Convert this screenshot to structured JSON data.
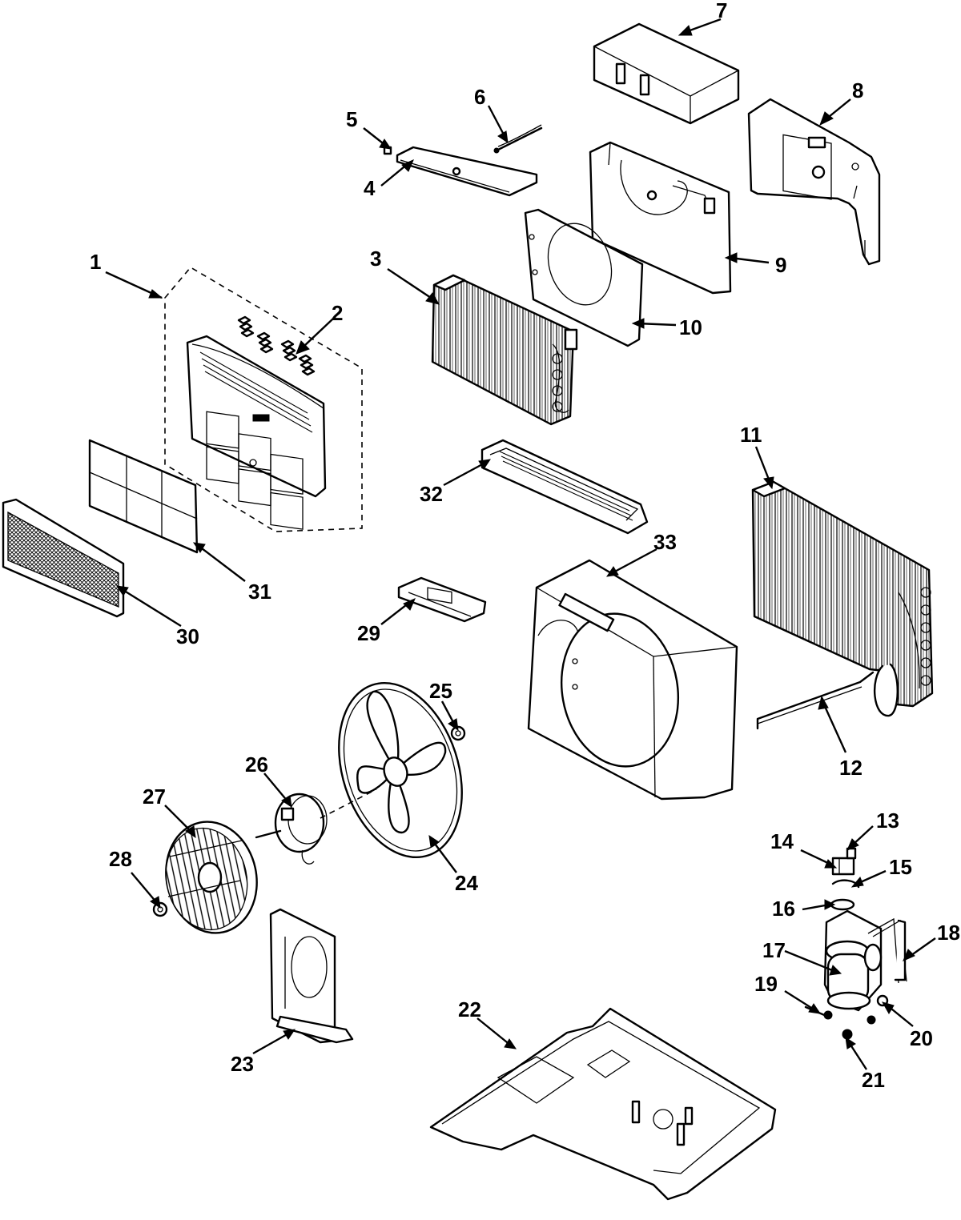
{
  "callouts": [
    {
      "id": "1",
      "label": "1"
    },
    {
      "id": "2",
      "label": "2"
    },
    {
      "id": "3",
      "label": "3"
    },
    {
      "id": "4",
      "label": "4"
    },
    {
      "id": "5",
      "label": "5"
    },
    {
      "id": "6",
      "label": "6"
    },
    {
      "id": "7",
      "label": "7"
    },
    {
      "id": "8",
      "label": "8"
    },
    {
      "id": "9",
      "label": "9"
    },
    {
      "id": "10",
      "label": "10"
    },
    {
      "id": "11",
      "label": "11"
    },
    {
      "id": "12",
      "label": "12"
    },
    {
      "id": "13",
      "label": "13"
    },
    {
      "id": "14",
      "label": "14"
    },
    {
      "id": "15",
      "label": "15"
    },
    {
      "id": "16",
      "label": "16"
    },
    {
      "id": "17",
      "label": "17"
    },
    {
      "id": "18",
      "label": "18"
    },
    {
      "id": "19",
      "label": "19"
    },
    {
      "id": "20",
      "label": "20"
    },
    {
      "id": "21",
      "label": "21"
    },
    {
      "id": "22",
      "label": "22"
    },
    {
      "id": "23",
      "label": "23"
    },
    {
      "id": "24",
      "label": "24"
    },
    {
      "id": "25",
      "label": "25"
    },
    {
      "id": "26",
      "label": "26"
    },
    {
      "id": "27",
      "label": "27"
    },
    {
      "id": "28",
      "label": "28"
    },
    {
      "id": "29",
      "label": "29"
    },
    {
      "id": "30",
      "label": "30"
    },
    {
      "id": "31",
      "label": "31"
    },
    {
      "id": "32",
      "label": "32"
    },
    {
      "id": "33",
      "label": "33"
    }
  ],
  "style": {
    "line_color": "#000000",
    "background": "#ffffff"
  }
}
